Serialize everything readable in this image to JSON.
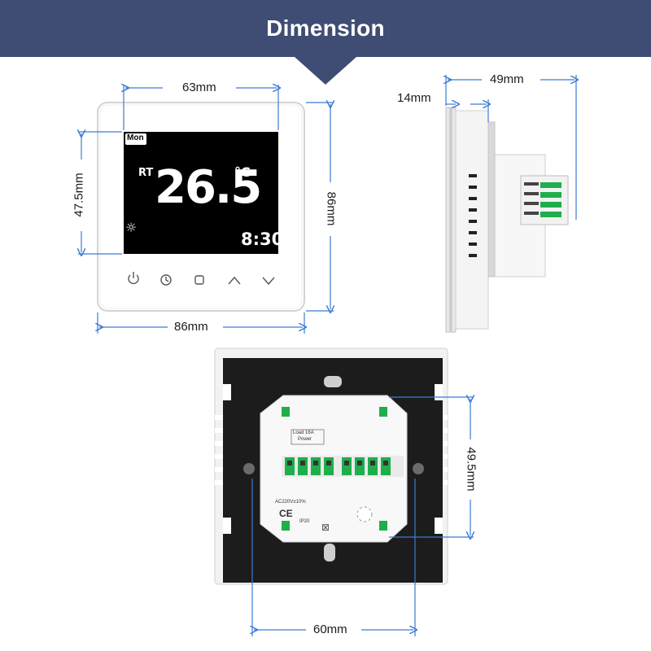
{
  "header": {
    "title": "Dimension"
  },
  "colors": {
    "banner": "#3f4d74",
    "dimension_line": "#3a7bd5",
    "board": "#1c1c1c",
    "terminal_green": "#1fae4b"
  },
  "front_view": {
    "day_badge": "Mon",
    "mode_label": "RT",
    "temperature": "26.5",
    "unit": "°C",
    "clock": "8:30",
    "buttons": [
      "power-icon",
      "clock-icon",
      "menu-square-icon",
      "up-chevron-icon",
      "down-chevron-icon"
    ],
    "width_screen": "63mm",
    "height_screen": "47.5mm",
    "height_total": "86mm",
    "width_total": "86mm"
  },
  "side_view": {
    "depth_total": "49mm",
    "depth_plate": "14mm"
  },
  "back_view": {
    "height_box": "49.5mm",
    "width_box": "60mm",
    "label_load": "Load 16A",
    "label_power": "Power",
    "label_voltage": "AC220V±10%",
    "label_ip": "IP20",
    "label_ce": "CE"
  }
}
